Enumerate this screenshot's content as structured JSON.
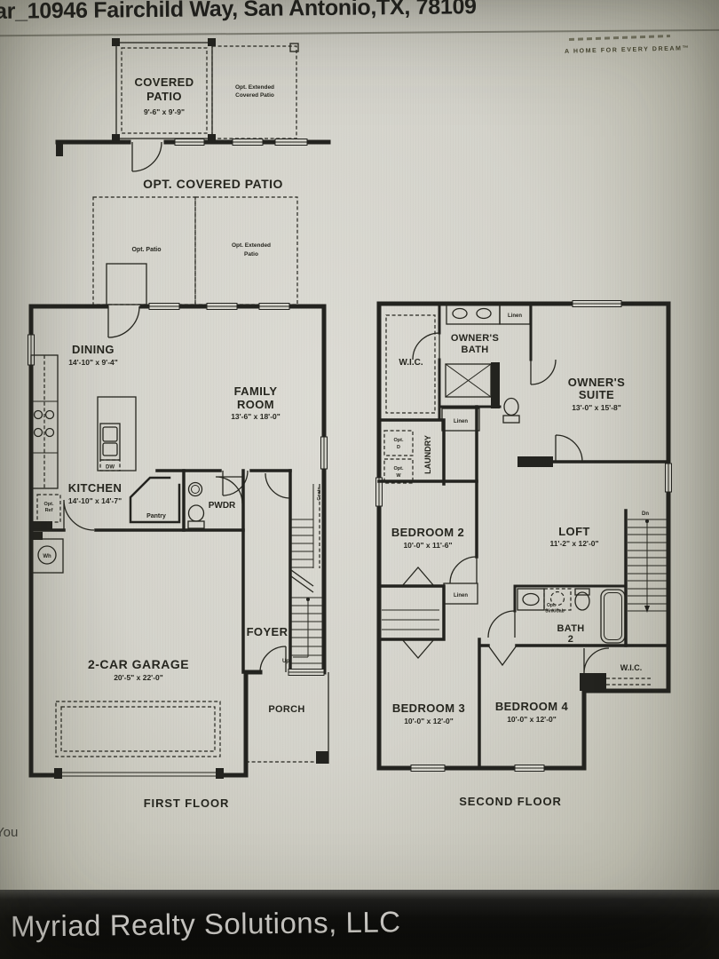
{
  "header": {
    "address": "ar_10946 Fairchild Way, San Antonio,TX, 78109",
    "tagline": "A HOME FOR EVERY DREAM™"
  },
  "first_floor": {
    "title": "FIRST FLOOR",
    "inset": {
      "covered_patio_line1": "COVERED",
      "covered_patio_line2": "PATIO",
      "covered_patio_dims": "9'-6\" x 9'-9\"",
      "ext_line1": "Opt. Extended",
      "ext_line2": "Covered Patio",
      "caption": "OPT. COVERED PATIO"
    },
    "opt_patio": "Opt. Patio",
    "opt_ext_patio_line1": "Opt. Extended",
    "opt_ext_patio_line2": "Patio",
    "dining": {
      "name": "DINING",
      "dims": "14'-10\" x 9'-4\""
    },
    "family_room": {
      "line1": "FAMILY",
      "line2": "ROOM",
      "dims": "13'-6\" x 18'-0\""
    },
    "kitchen": {
      "name": "KITCHEN",
      "dims": "14'-10\" x 14'-7\""
    },
    "garage": {
      "name": "2-CAR GARAGE",
      "dims": "20'-5\" x 22'-0\""
    },
    "labels": {
      "dw": "DW",
      "opt_ref_line1": "Opt.",
      "opt_ref_line2": "Ref",
      "wh": "Wh",
      "pantry": "Pantry",
      "pwdr": "PWDR",
      "coats": "Coats",
      "foyer": "FOYER",
      "up": "Up",
      "porch": "PORCH"
    }
  },
  "second_floor": {
    "title": "SECOND FLOOR",
    "owners_suite": {
      "line1": "OWNER'S",
      "line2": "SUITE",
      "dims": "13'-0\" x 15'-8\""
    },
    "owners_bath": {
      "line1": "OWNER'S",
      "line2": "BATH"
    },
    "bedroom2": {
      "name": "BEDROOM 2",
      "dims": "10'-0\" x 11'-6\""
    },
    "bedroom3": {
      "name": "BEDROOM 3",
      "dims": "10'-0\" x 12'-0\""
    },
    "bedroom4": {
      "name": "BEDROOM 4",
      "dims": "10'-0\" x 12'-0\""
    },
    "loft": {
      "name": "LOFT",
      "dims": "11'-2\" x 12'-0\""
    },
    "bath2": {
      "line1": "BATH",
      "line2": "2"
    },
    "labels": {
      "wic": "W.I.C.",
      "wic_back": "W.I.C.",
      "linen_top": "Linen",
      "linen_mid": "Linen",
      "linen_lower": "Linen",
      "laundry": "LAUNDRY",
      "opt_d_line1": "Opt.",
      "opt_d_line2": "D",
      "opt_w_line1": "Opt.",
      "opt_w_line2": "W",
      "dn": "Dn",
      "opt_sink_line1": "Opt.",
      "opt_sink_line2": "Sink/Cab"
    }
  },
  "overlay": {
    "partial_side_text": "You"
  },
  "footer": {
    "company": "Myriad Realty Solutions, LLC"
  },
  "colors": {
    "plan_line": "#23231f",
    "screen_bg": "#d3d2ca",
    "footer_bg": "#0b0b0a",
    "footer_text": "#d8d6d3",
    "header_text": "#1e1e1c",
    "tagline_text": "#45442f"
  }
}
